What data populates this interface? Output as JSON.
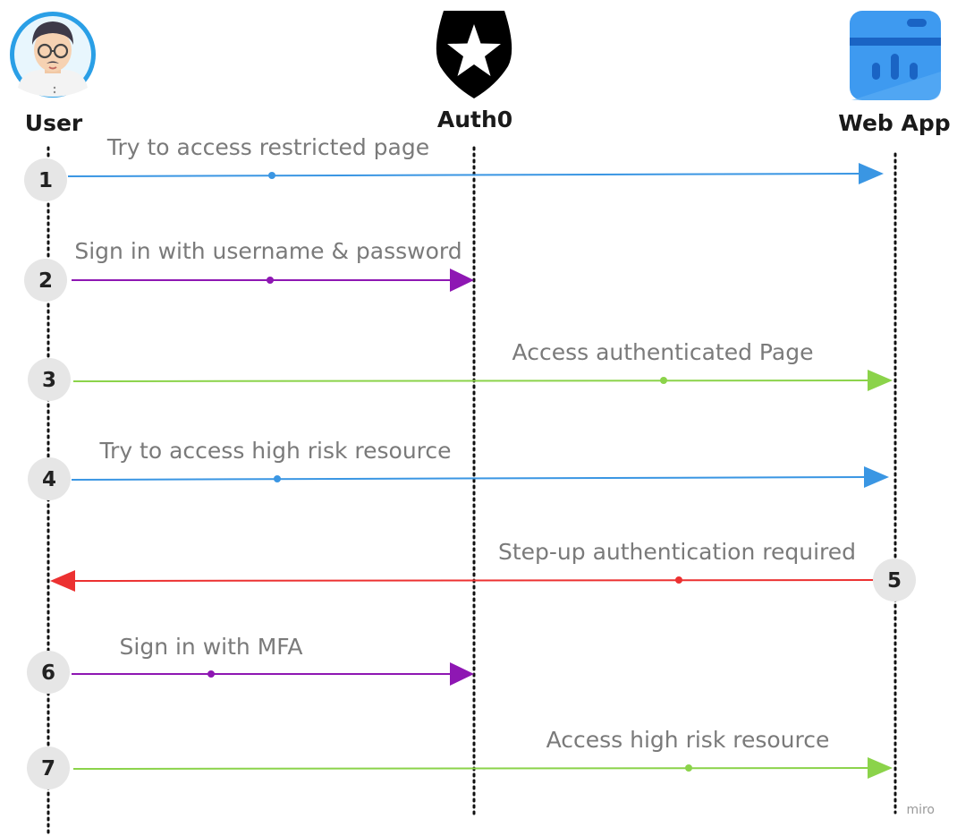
{
  "actors": {
    "user": {
      "label": "User",
      "icon": "user-avatar-icon"
    },
    "auth0": {
      "label": "Auth0",
      "icon": "auth0-shield-star-icon"
    },
    "webapp": {
      "label": "Web App",
      "icon": "web-app-chart-icon"
    }
  },
  "colors": {
    "request": "#3a96e3",
    "auth": "#8e17b3",
    "success": "#8bd34a",
    "denied": "#ec3131",
    "step_circle": "#e6e6e6"
  },
  "steps": [
    {
      "num": "1",
      "label": "Try to access restricted page",
      "from": "user",
      "to": "webapp",
      "kind": "request"
    },
    {
      "num": "2",
      "label": "Sign in with username & password",
      "from": "user",
      "to": "auth0",
      "kind": "auth"
    },
    {
      "num": "3",
      "label": "Access authenticated Page",
      "from": "user",
      "to": "webapp",
      "kind": "success"
    },
    {
      "num": "4",
      "label": "Try to access high risk resource",
      "from": "user",
      "to": "webapp",
      "kind": "request"
    },
    {
      "num": "5",
      "label": "Step-up authentication required",
      "from": "webapp",
      "to": "user",
      "kind": "denied"
    },
    {
      "num": "6",
      "label": "Sign in with MFA",
      "from": "user",
      "to": "auth0",
      "kind": "auth"
    },
    {
      "num": "7",
      "label": "Access high risk resource",
      "from": "user",
      "to": "webapp",
      "kind": "success"
    }
  ],
  "watermark": "miro"
}
